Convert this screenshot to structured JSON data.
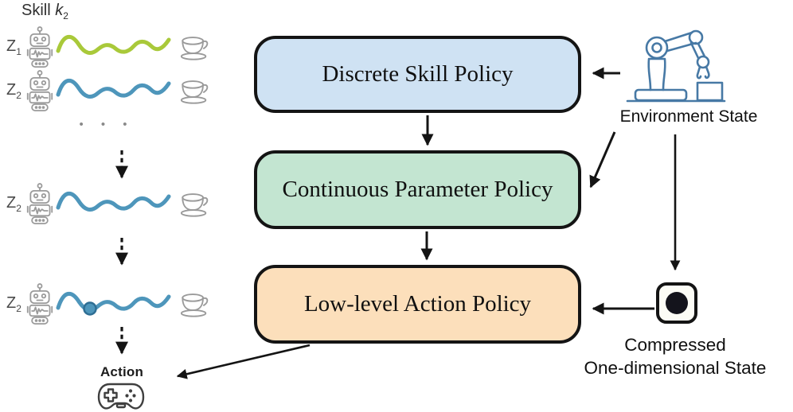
{
  "diagram": {
    "skill_label": {
      "base": "Skill ",
      "var": "k",
      "sub": "2"
    },
    "rows": [
      {
        "label": "Z",
        "sub": "1",
        "wave_color": "#a9c93a",
        "has_dot": false
      },
      {
        "label": "Z",
        "sub": "2",
        "wave_color": "#4e96bb",
        "has_dot": false
      },
      {
        "label": "Z",
        "sub": "2",
        "wave_color": "#4e96bb",
        "has_dot": false
      },
      {
        "label": "Z",
        "sub": "2",
        "wave_color": "#4e96bb",
        "has_dot": true
      }
    ],
    "ellipsis": "• • •",
    "action_label": "Action",
    "boxes": [
      {
        "label": "Discrete Skill Policy",
        "fill": "#cfe2f3"
      },
      {
        "label": "Continuous Parameter Policy",
        "fill": "#c3e5d1"
      },
      {
        "label": "Low-level Action Policy",
        "fill": "#fcdfbb"
      }
    ],
    "right": {
      "environment_label": "Environment State",
      "compressed_line1": "Compressed",
      "compressed_line2": "One-dimensional State"
    },
    "colors": {
      "box_border": "#141414",
      "arrow": "#141414",
      "wave_green": "#a9c93a",
      "wave_blue": "#4e96bb",
      "dot_fill": "#4e96bb",
      "dot_stroke": "#2e6e94",
      "icon_gray": "#9a9a9a",
      "arm_blue": "#4779a5",
      "gamepad_gray": "#3f3f3f"
    }
  }
}
